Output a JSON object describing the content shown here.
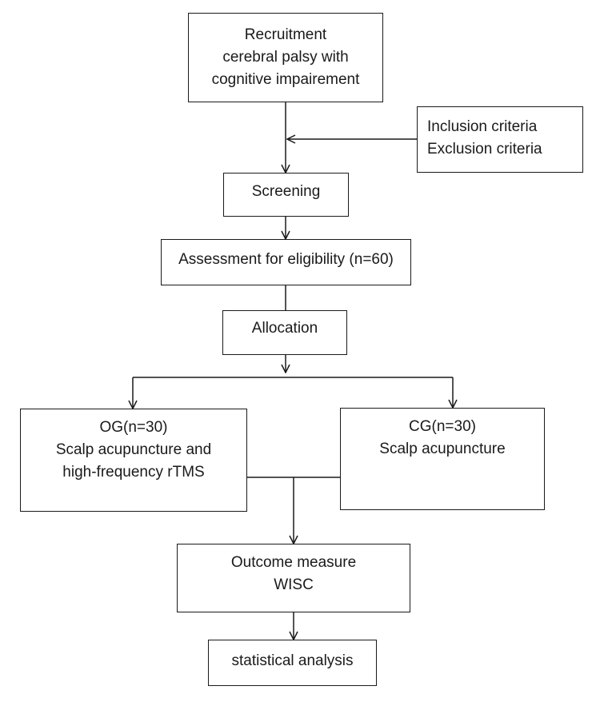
{
  "boxes": {
    "recruitment": {
      "lines": [
        "Recruitment",
        "cerebral palsy with",
        "cognitive impairement"
      ]
    },
    "criteria": {
      "lines": [
        "Inclusion criteria",
        "Exclusion criteria"
      ]
    },
    "screening": {
      "lines": [
        "Screening"
      ]
    },
    "assessment": {
      "lines": [
        "Assessment for eligibility (n=60)"
      ]
    },
    "allocation": {
      "lines": [
        "Allocation"
      ]
    },
    "og": {
      "lines": [
        "OG(n=30)",
        "Scalp acupuncture and",
        "high-frequency rTMS"
      ]
    },
    "cg": {
      "lines": [
        "CG(n=30)",
        "Scalp acupuncture"
      ]
    },
    "outcome": {
      "lines": [
        "Outcome measure",
        "WISC"
      ]
    },
    "analysis": {
      "lines": [
        "statistical analysis"
      ]
    }
  },
  "colors": {
    "stroke": "#1a1a1a",
    "background": "#ffffff"
  }
}
